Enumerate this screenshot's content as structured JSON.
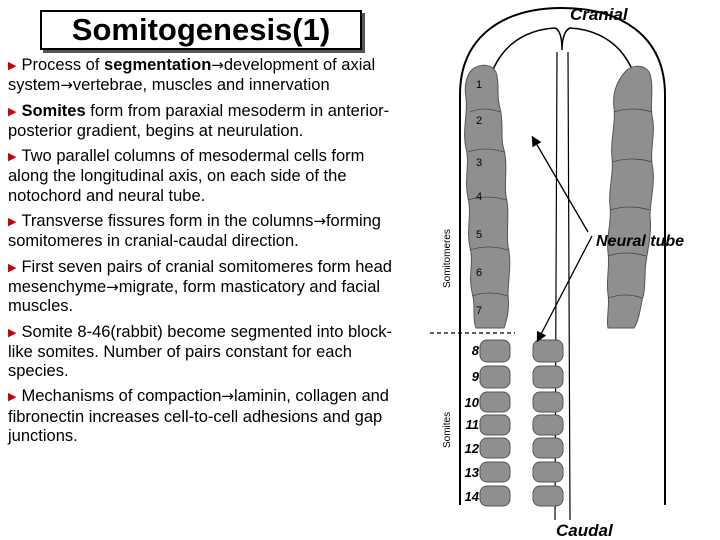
{
  "slide": {
    "title": "Somitogenesis(1)",
    "bullets": [
      {
        "parts": [
          {
            "t": "Process of "
          },
          {
            "t": "segmentation",
            "b": true
          },
          {
            "t": "→",
            "arrow": true
          },
          {
            "t": "development of axial system"
          },
          {
            "t": "→",
            "arrow": true
          },
          {
            "t": "vertebrae, muscles and innervation"
          }
        ]
      },
      {
        "parts": [
          {
            "t": "Somites",
            "b": true
          },
          {
            "t": " form from paraxial mesoderm in anterior-posterior gradient, begins at neurulation."
          }
        ]
      },
      {
        "parts": [
          {
            "t": "Two parallel columns of mesodermal cells form along the longitudinal axis, on each side of the notochord and neural tube."
          }
        ]
      },
      {
        "parts": [
          {
            "t": "Transverse fissures form in the columns"
          },
          {
            "t": "→",
            "arrow": true
          },
          {
            "t": "forming somitomeres in cranial-caudal direction."
          }
        ]
      },
      {
        "parts": [
          {
            "t": "First seven pairs of cranial somitomeres form head mesenchyme"
          },
          {
            "t": "→",
            "arrow": true
          },
          {
            "t": "migrate, form masticatory and facial muscles."
          }
        ]
      },
      {
        "parts": [
          {
            "t": "Somite 8-46(rabbit) become segmented into block-like somites. Number of pairs constant for each species."
          }
        ]
      },
      {
        "parts": [
          {
            "t": "Mechanisms of compaction"
          },
          {
            "t": "→",
            "arrow": true
          },
          {
            "t": "laminin, collagen and fibronectin increases cell-to-cell adhesions and gap junctions."
          }
        ]
      }
    ]
  },
  "diagram": {
    "label_cranial": "Cranial",
    "label_neural_tube": "Neural tube",
    "label_caudal": "Caudal",
    "label_somitomeres": "Somitomeres",
    "label_somites": "Somites",
    "somitomere_numbers": [
      "1",
      "2",
      "3",
      "4",
      "5",
      "6",
      "7"
    ],
    "somite_numbers": [
      "8",
      "9",
      "10",
      "11",
      "12",
      "13",
      "14"
    ]
  }
}
